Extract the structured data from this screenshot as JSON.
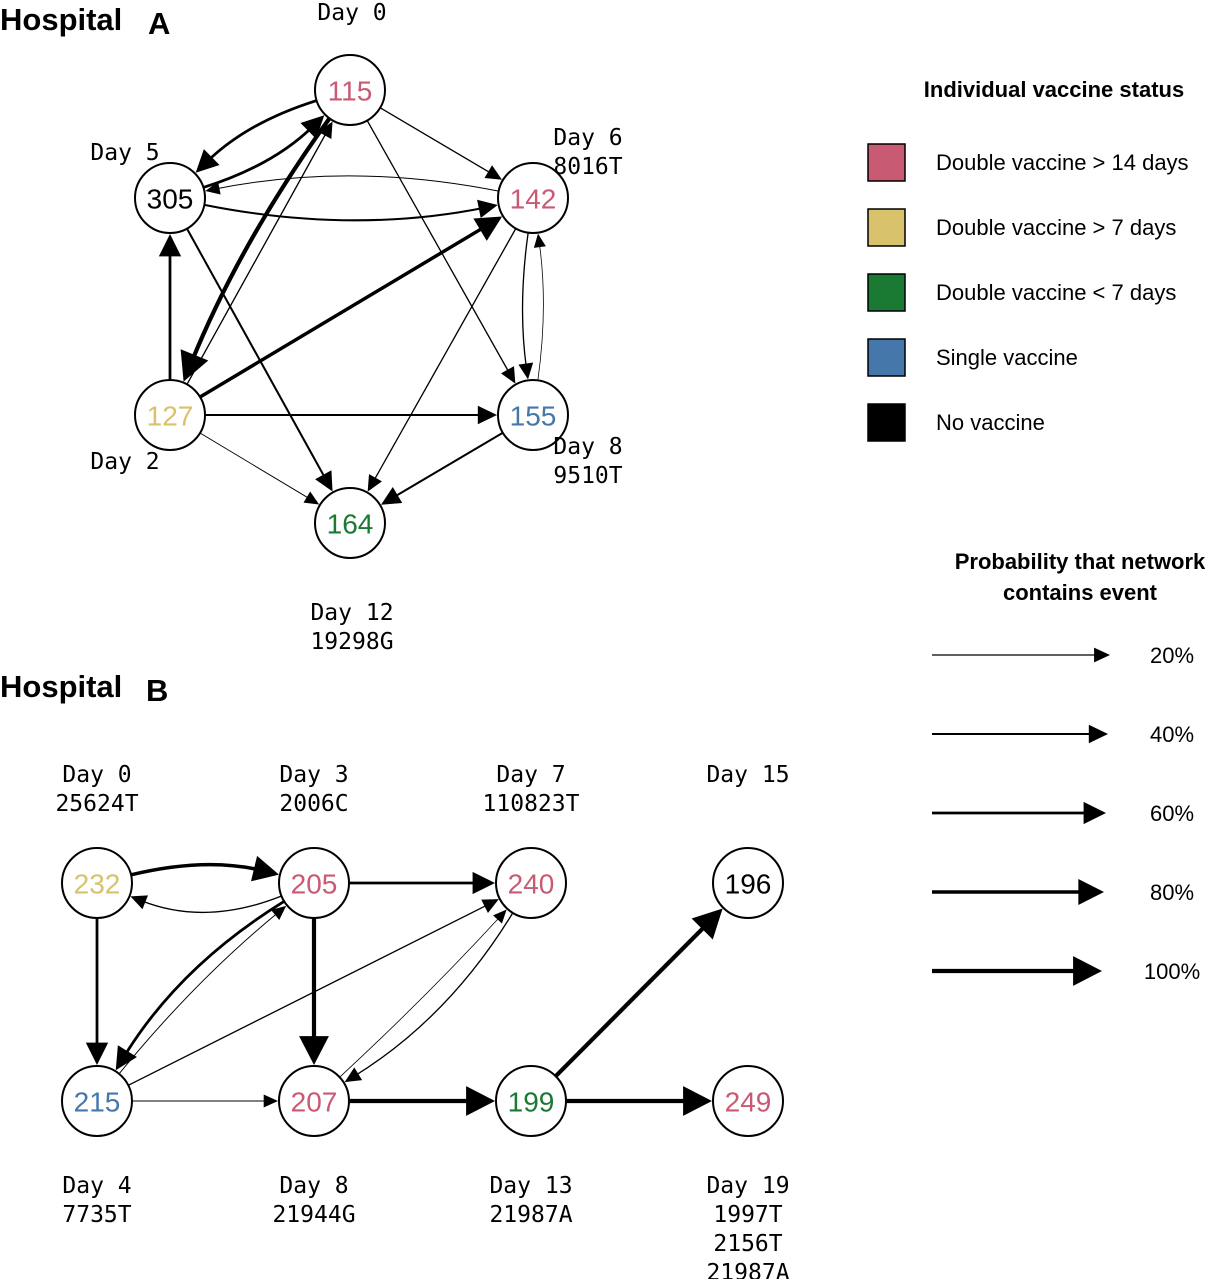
{
  "colors": {
    "double_gt14": "#c95a73",
    "double_gt7": "#d8c26c",
    "double_lt7": "#1a7a34",
    "single": "#4577ab",
    "none": "#000000"
  },
  "hospital_a": {
    "title_main": "Hospital",
    "title_letter": "A",
    "nodes": [
      {
        "id": "115",
        "status": "double_gt14",
        "lines": [
          "Day 0"
        ]
      },
      {
        "id": "142",
        "status": "double_gt14",
        "lines": [
          "Day 6",
          "8016T"
        ]
      },
      {
        "id": "155",
        "status": "single",
        "lines": [
          "Day 8",
          "9510T"
        ]
      },
      {
        "id": "164",
        "status": "double_lt7",
        "lines": [
          "Day 12",
          "19298G"
        ]
      },
      {
        "id": "127",
        "status": "double_gt7",
        "lines": [
          "Day 2"
        ]
      },
      {
        "id": "305",
        "status": "none",
        "lines": [
          "Day 5"
        ]
      }
    ],
    "edges": [
      {
        "from": "305",
        "to": "115",
        "prob": 0.6
      },
      {
        "from": "115",
        "to": "305",
        "prob": 0.6
      },
      {
        "from": "115",
        "to": "142",
        "prob": 0.2
      },
      {
        "from": "115",
        "to": "155",
        "prob": 0.2
      },
      {
        "from": "115",
        "to": "127",
        "prob": 1.0
      },
      {
        "from": "127",
        "to": "115",
        "prob": 0.2
      },
      {
        "from": "127",
        "to": "305",
        "prob": 0.6
      },
      {
        "from": "127",
        "to": "142",
        "prob": 0.8
      },
      {
        "from": "127",
        "to": "155",
        "prob": 0.4
      },
      {
        "from": "127",
        "to": "164",
        "prob": 0.1
      },
      {
        "from": "305",
        "to": "142",
        "prob": 0.4
      },
      {
        "from": "142",
        "to": "305",
        "prob": 0.1
      },
      {
        "from": "305",
        "to": "164",
        "prob": 0.4
      },
      {
        "from": "142",
        "to": "155",
        "prob": 0.2
      },
      {
        "from": "155",
        "to": "142",
        "prob": 0.05
      },
      {
        "from": "142",
        "to": "164",
        "prob": 0.2
      },
      {
        "from": "155",
        "to": "164",
        "prob": 0.4
      }
    ]
  },
  "hospital_b": {
    "title_main": "Hospital",
    "title_letter": "B",
    "nodes": [
      {
        "id": "232",
        "status": "double_gt7",
        "lines": [
          "Day 0",
          "25624T"
        ]
      },
      {
        "id": "205",
        "status": "double_gt14",
        "lines": [
          "Day 3",
          "2006C"
        ]
      },
      {
        "id": "240",
        "status": "double_gt14",
        "lines": [
          "Day 7",
          "110823T"
        ]
      },
      {
        "id": "196",
        "status": "none",
        "lines": [
          "Day 15"
        ]
      },
      {
        "id": "215",
        "status": "single",
        "lines": [
          "Day 4",
          "7735T"
        ]
      },
      {
        "id": "207",
        "status": "double_gt14",
        "lines": [
          "Day 8",
          "21944G"
        ]
      },
      {
        "id": "199",
        "status": "double_lt7",
        "lines": [
          "Day 13",
          "21987A"
        ]
      },
      {
        "id": "249",
        "status": "double_gt14",
        "lines": [
          "Day 19",
          "1997T",
          "2156T",
          "21987A"
        ]
      }
    ],
    "edges": [
      {
        "from": "232",
        "to": "205",
        "prob": 0.8
      },
      {
        "from": "205",
        "to": "232",
        "prob": 0.2
      },
      {
        "from": "232",
        "to": "215",
        "prob": 0.6
      },
      {
        "from": "205",
        "to": "240",
        "prob": 0.6
      },
      {
        "from": "205",
        "to": "215",
        "prob": 0.6
      },
      {
        "from": "215",
        "to": "205",
        "prob": 0.1
      },
      {
        "from": "205",
        "to": "207",
        "prob": 1.0
      },
      {
        "from": "215",
        "to": "240",
        "prob": 0.2
      },
      {
        "from": "215",
        "to": "207",
        "prob": 0.1
      },
      {
        "from": "240",
        "to": "207",
        "prob": 0.2
      },
      {
        "from": "207",
        "to": "240",
        "prob": 0.05
      },
      {
        "from": "207",
        "to": "199",
        "prob": 1.0
      },
      {
        "from": "199",
        "to": "196",
        "prob": 1.0
      },
      {
        "from": "199",
        "to": "249",
        "prob": 1.0
      }
    ]
  },
  "legend_status": {
    "title": "Individual vaccine status",
    "items": [
      {
        "label": "Double vaccine > 14 days",
        "status": "double_gt14"
      },
      {
        "label": "Double vaccine > 7 days",
        "status": "double_gt7"
      },
      {
        "label": "Double vaccine < 7 days",
        "status": "double_lt7"
      },
      {
        "label": "Single vaccine",
        "status": "single"
      },
      {
        "label": "No vaccine",
        "status": "none"
      }
    ]
  },
  "legend_prob": {
    "title_line1": "Probability that network",
    "title_line2": "contains event",
    "items": [
      {
        "label": "20%",
        "prob": 0.2
      },
      {
        "label": "40%",
        "prob": 0.4
      },
      {
        "label": "60%",
        "prob": 0.6
      },
      {
        "label": "80%",
        "prob": 0.8
      },
      {
        "label": "100%",
        "prob": 1.0
      }
    ]
  }
}
